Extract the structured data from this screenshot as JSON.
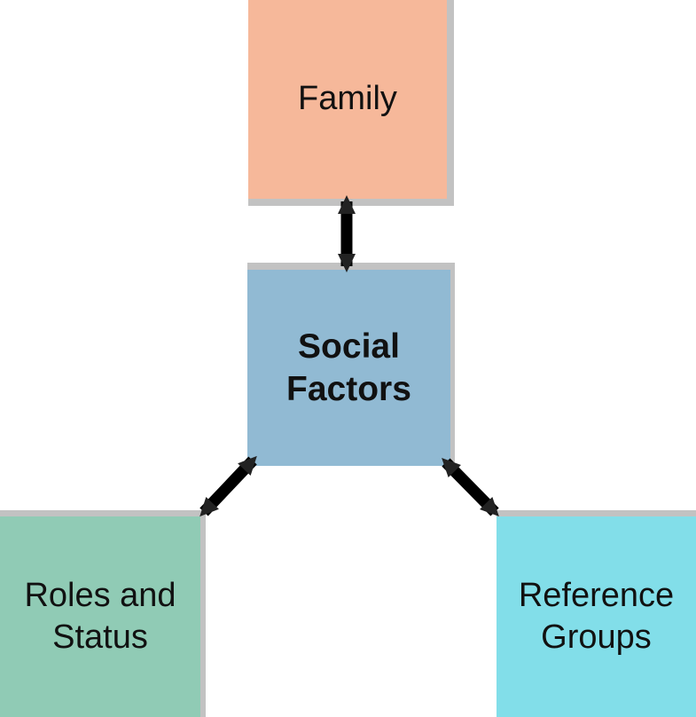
{
  "diagram": {
    "title": "Social Factors",
    "nodes": {
      "family": {
        "label": "Family",
        "fill": "#f6b89a"
      },
      "social": {
        "label": "Social\nFactors",
        "fill": "#91bad3"
      },
      "roles": {
        "label": "Roles and\nStatus",
        "fill": "#90cbb5"
      },
      "reference": {
        "label": "Reference\nGroups",
        "fill": "#82dee9"
      }
    },
    "edges": [
      {
        "from": "family",
        "to": "social",
        "style": "thick-double-arrow"
      },
      {
        "from": "social",
        "to": "roles",
        "style": "thick-double-arrow"
      },
      {
        "from": "social",
        "to": "reference",
        "style": "thick-double-arrow"
      }
    ],
    "colors": {
      "box_border": "#c2c2c2",
      "connector": "#000000",
      "arrowhead": "#222222",
      "text": "#111111",
      "background": "#ffffff"
    }
  }
}
